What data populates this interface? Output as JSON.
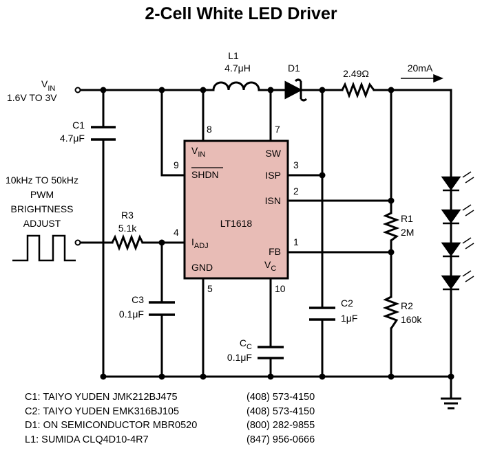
{
  "title": "2-Cell White LED Driver",
  "input": {
    "label": "V",
    "sub": "IN",
    "range": "1.6V TO 3V"
  },
  "pwm": {
    "line1": "10kHz TO 50kHz",
    "line2": "PWM",
    "line3": "BRIGHTNESS",
    "line4": "ADJUST"
  },
  "components": {
    "L1": {
      "ref": "L1",
      "value": "4.7μH"
    },
    "D1": {
      "ref": "D1"
    },
    "Rs": {
      "value": "2.49Ω"
    },
    "current": "20mA",
    "C1": {
      "ref": "C1",
      "value": "4.7μF"
    },
    "R3": {
      "ref": "R3",
      "value": "5.1k"
    },
    "C3": {
      "ref": "C3",
      "value": "0.1μF"
    },
    "CC": {
      "ref": "C",
      "sub": "C",
      "value": "0.1μF"
    },
    "C2": {
      "ref": "C2",
      "value": "1μF"
    },
    "R1": {
      "ref": "R1",
      "value": "2M"
    },
    "R2": {
      "ref": "R2",
      "value": "160k"
    }
  },
  "ic": {
    "name": "LT1618",
    "pins": {
      "vin": {
        "name": "V",
        "sub": "IN",
        "num": "8"
      },
      "sw": {
        "name": "SW",
        "num": "7"
      },
      "shdn": {
        "name": "SHDN",
        "num": "9"
      },
      "isp": {
        "name": "ISP",
        "num": "3"
      },
      "isn": {
        "name": "ISN",
        "num": "2"
      },
      "iadj": {
        "name": "I",
        "sub": "ADJ",
        "num": "4"
      },
      "fb": {
        "name": "FB",
        "num": "1"
      },
      "gnd": {
        "name": "GND",
        "num": "5"
      },
      "vc": {
        "name": "V",
        "sub": "C",
        "num": "10"
      }
    }
  },
  "notes": [
    {
      "part": "C1: TAIYO YUDEN JMK212BJ475",
      "phone": "(408) 573-4150"
    },
    {
      "part": "C2: TAIYO YUDEN EMK316BJ105",
      "phone": "(408) 573-4150"
    },
    {
      "part": "D1: ON SEMICONDUCTOR MBR0520",
      "phone": "(800) 282-9855"
    },
    {
      "part": "L1: SUMIDA CLQ4D10-4R7",
      "phone": "(847) 956-0666"
    }
  ],
  "colors": {
    "ic_fill": "#e8bcb6",
    "wire": "#000000"
  }
}
